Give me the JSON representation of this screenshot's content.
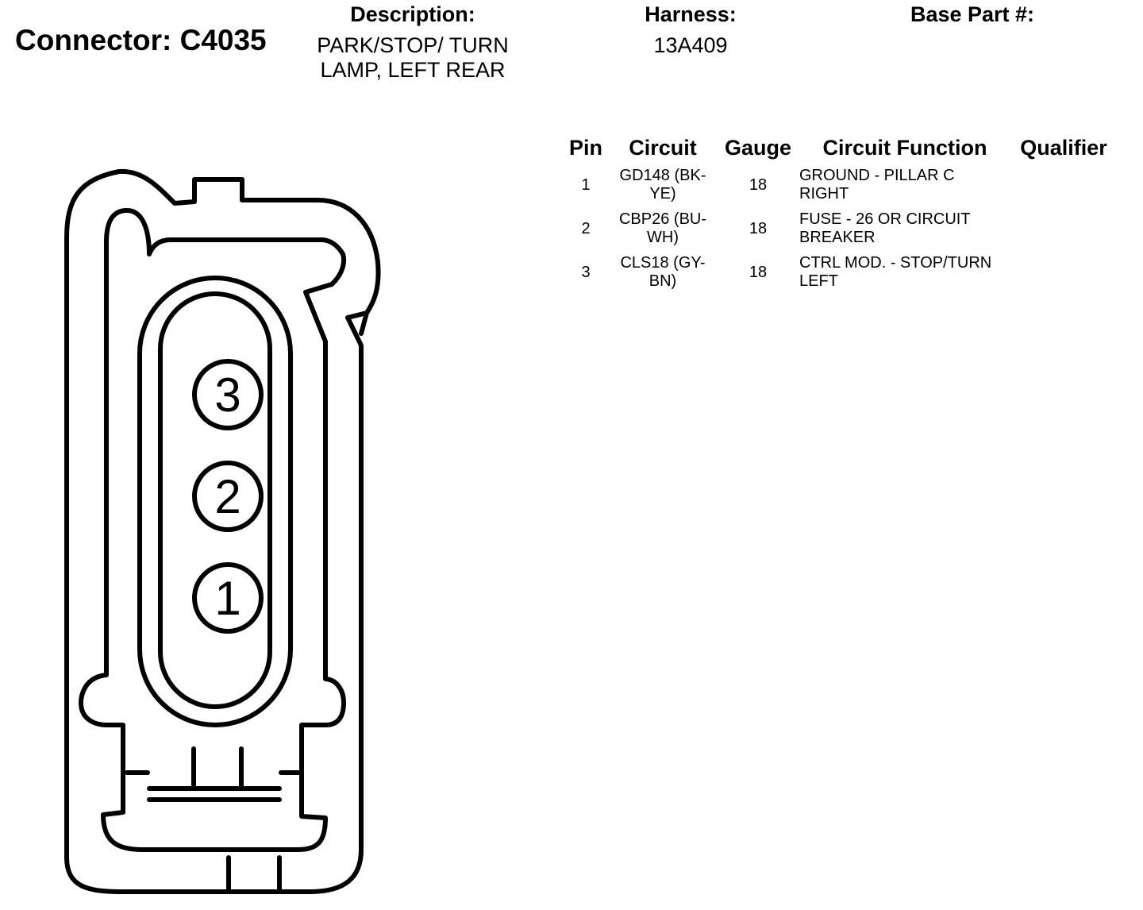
{
  "header": {
    "connector_label": "Connector: C4035",
    "description_label": "Description:",
    "description_lines": [
      "PARK/STOP/ TURN",
      "LAMP, LEFT REAR"
    ],
    "harness_label": "Harness:",
    "harness_value": "13A409",
    "base_part_label": "Base Part #:",
    "base_part_value": ""
  },
  "table": {
    "columns": {
      "pin": "Pin",
      "circuit": "Circuit",
      "gauge": "Gauge",
      "function": "Circuit Function",
      "qualifier": "Qualifier"
    },
    "rows": [
      {
        "pin": "1",
        "circuit_lines": [
          "GD148 (BK-",
          "YE)"
        ],
        "gauge": "18",
        "function_lines": [
          "GROUND - PILLAR C",
          "RIGHT"
        ],
        "qualifier": ""
      },
      {
        "pin": "2",
        "circuit_lines": [
          "CBP26 (BU-",
          "WH)"
        ],
        "gauge": "18",
        "function_lines": [
          "FUSE - 26 OR CIRCUIT",
          "BREAKER"
        ],
        "qualifier": ""
      },
      {
        "pin": "3",
        "circuit_lines": [
          "CLS18 (GY-",
          "BN)"
        ],
        "gauge": "18",
        "function_lines": [
          "CTRL MOD. - STOP/TURN",
          "LEFT"
        ],
        "qualifier": ""
      }
    ]
  },
  "diagram": {
    "pins": [
      "3",
      "2",
      "1"
    ]
  }
}
